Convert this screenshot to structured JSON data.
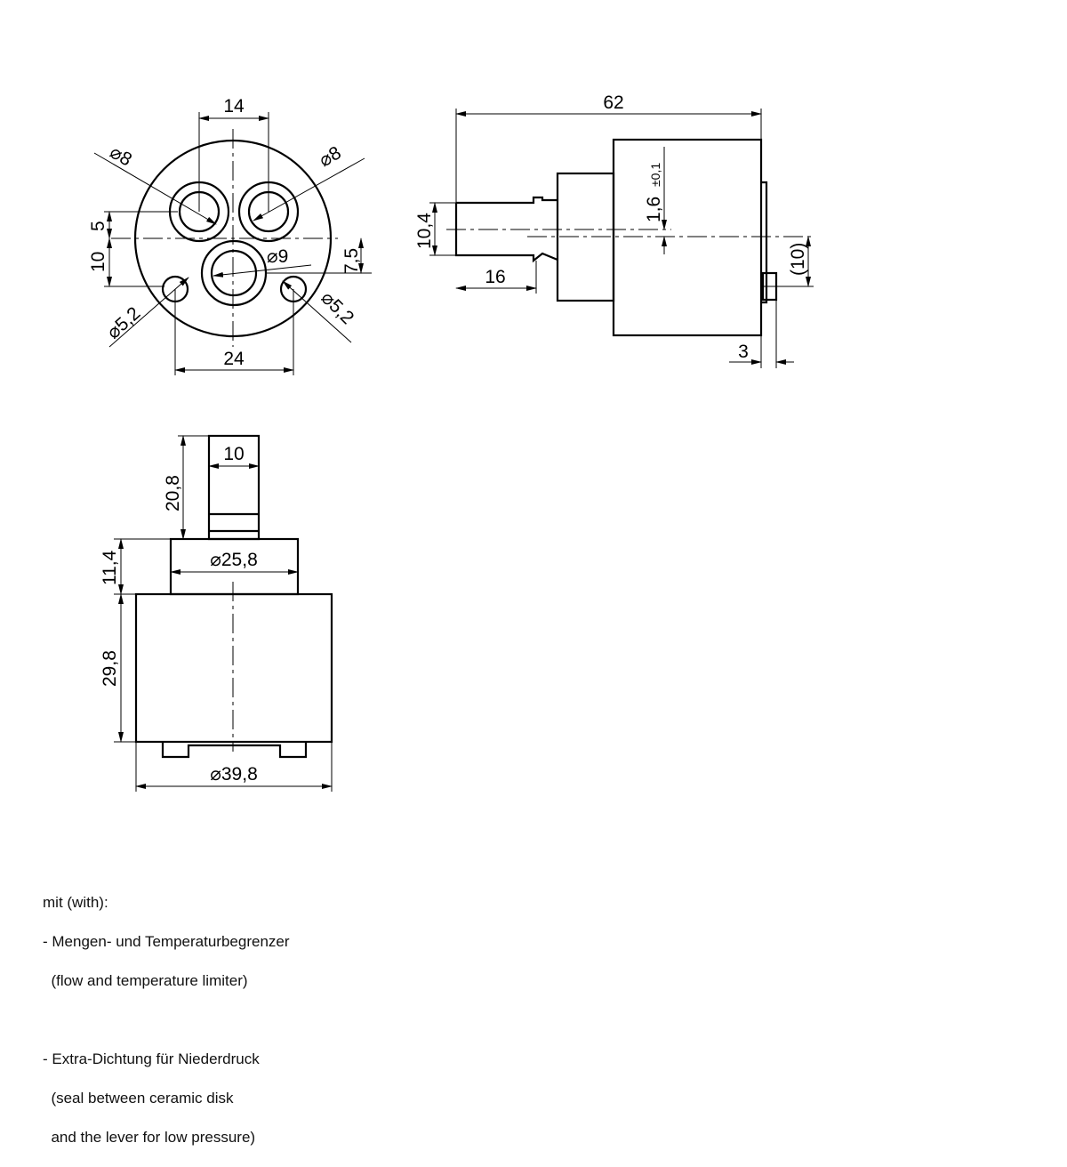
{
  "top_view": {
    "d14": "14",
    "d8_left": "⌀8",
    "d8_right": "⌀8",
    "d5": "5",
    "d10": "10",
    "d7_5": "7,5",
    "d9": "⌀9",
    "d5_2_left": "⌀5,2",
    "d5_2_right": "⌀5,2",
    "d24": "24"
  },
  "side_view": {
    "d62": "62",
    "d1_6": "1,6",
    "tol": "±0,1",
    "d10_4": "10,4",
    "d16": "16",
    "d10_ref": "(10)",
    "d3": "3"
  },
  "front_view": {
    "d10": "10",
    "d20_8": "20,8",
    "d11_4": "11,4",
    "d25_8": "⌀25,8",
    "d29_8": "29,8",
    "d39_8": "⌀39,8"
  },
  "notes": [
    "mit (with):",
    "- Mengen- und Temperaturbegrenzer",
    "  (flow and temperature limiter)",
    "",
    "- Extra-Dichtung für Niederdruck",
    "  (seal between ceramic disk",
    "  and the lever for low pressure)"
  ]
}
